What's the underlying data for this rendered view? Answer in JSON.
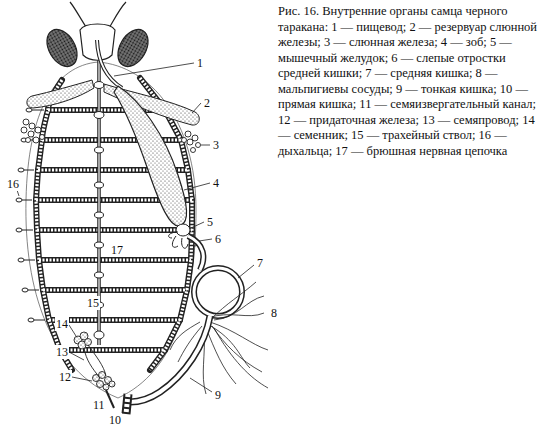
{
  "diagram": {
    "caption": "Рис. 16. Внутренние органы самца черного таракана: 1 — пищевод; 2 — резервуар слюнной железы; 3 — слюнная железа; 4 — зоб; 5 — мышечный желудок; 6 — слепые отростки средней кишки; 7 — средняя кишка; 8 — мальпигиевы сосуды; 9 — тонкая кишка; 10 — прямая кишка; 11 — семяизвергательный канал; 12 — придаточная железа; 13 — семяпровод; 14 — семенник; 15 — трахейный ствол; 16 — дыхальца; 17 — брюшная нервная цепочка",
    "labels": [
      "1",
      "2",
      "3",
      "4",
      "5",
      "6",
      "7",
      "8",
      "9",
      "10",
      "11",
      "12",
      "13",
      "14",
      "15",
      "16",
      "17"
    ]
  }
}
